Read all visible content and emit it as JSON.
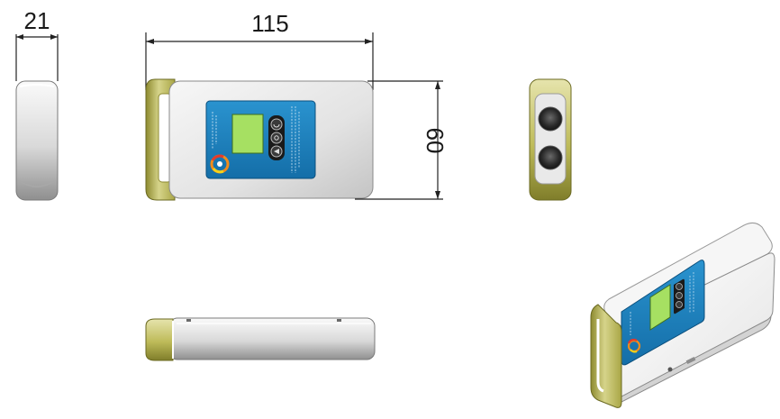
{
  "dimensions": {
    "thickness": "21",
    "length": "115",
    "height": "60"
  },
  "colors": {
    "body_light": "#f2f2f2",
    "body_mid": "#d0d0d0",
    "body_dark": "#9a9a9a",
    "cap_light": "#e3e1a2",
    "cap_mid": "#b9b553",
    "cap_dark": "#7c7a27",
    "panel_blue": "#1d86c2",
    "panel_blue_dark": "#0d5f95",
    "screen_green": "#9fdc5e",
    "dim_line": "#222222"
  }
}
